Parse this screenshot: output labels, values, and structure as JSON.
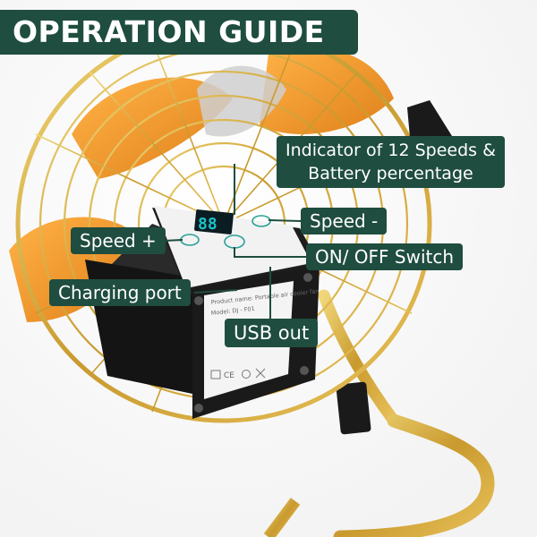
{
  "title": "OPERATION GUIDE",
  "callouts": {
    "indicator_line1": "Indicator of 12 Speeds &",
    "indicator_line2": "Battery percentage",
    "speed_minus": "Speed -",
    "speed_plus": "Speed +",
    "on_off": "ON/ OFF Switch",
    "charging_port": "Charging port",
    "usb_out": "USB out"
  },
  "product_label": {
    "line1": "Product name: Portable air cooler fan",
    "line2": "Model: DJ - F01"
  },
  "display_reading": "88",
  "colors": {
    "label_bg": "#1f4d3f",
    "label_text": "#ffffff",
    "frame_gold": "#d9b54a",
    "blade_orange": "#f19a2a",
    "control_box": "#1a1a1a",
    "display_teal": "#19c2c8"
  }
}
